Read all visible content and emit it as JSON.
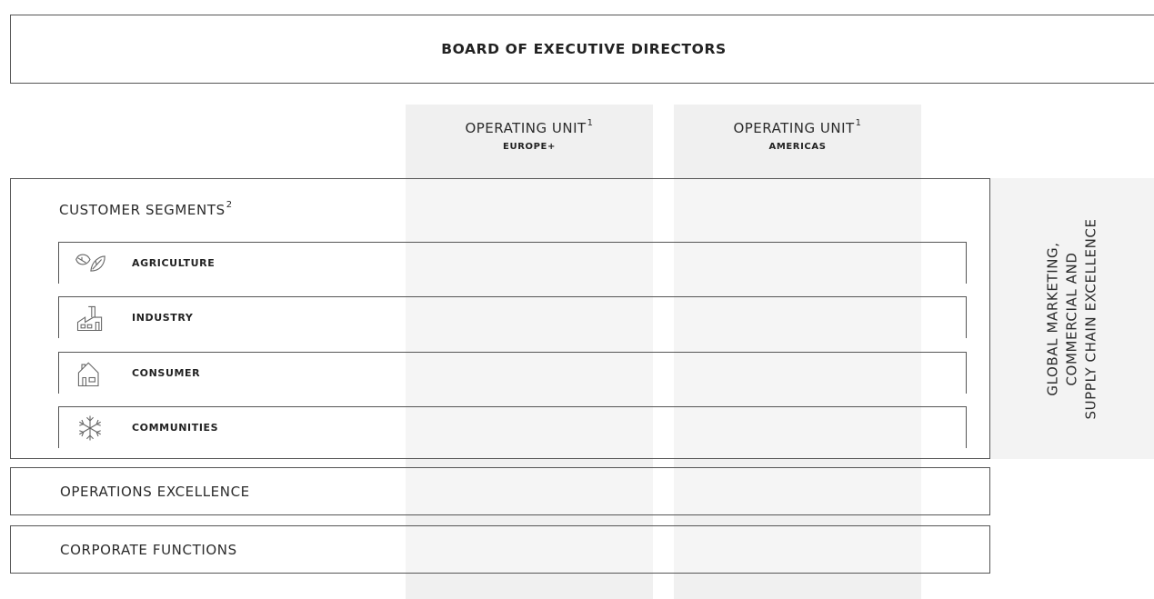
{
  "board": {
    "title": "BOARD OF EXECUTIVE DIRECTORS"
  },
  "operating_units": [
    {
      "title": "OPERATING UNIT",
      "footnote": "1",
      "region": "EUROPE+"
    },
    {
      "title": "OPERATING UNIT",
      "footnote": "1",
      "region": "AMERICAS"
    }
  ],
  "customer_segments": {
    "title": "CUSTOMER SEGMENTS",
    "footnote": "2",
    "items": [
      {
        "label": "AGRICULTURE",
        "icon": "leaf-icon"
      },
      {
        "label": "INDUSTRY",
        "icon": "factory-icon"
      },
      {
        "label": "CONSUMER",
        "icon": "house-icon"
      },
      {
        "label": "COMMUNITIES",
        "icon": "snowflake-icon"
      }
    ]
  },
  "global_function": {
    "lines": [
      "GLOBAL MARKETING,",
      "COMMERCIAL AND",
      "SUPPLY CHAIN EXCELLENCE"
    ]
  },
  "operations": {
    "label": "OPERATIONS EXCELLENCE"
  },
  "corporate": {
    "label": "CORPORATE FUNCTIONS"
  },
  "colors": {
    "border": "#555555",
    "column_shade": "#f0f0f0",
    "text": "#2b2b2b"
  }
}
